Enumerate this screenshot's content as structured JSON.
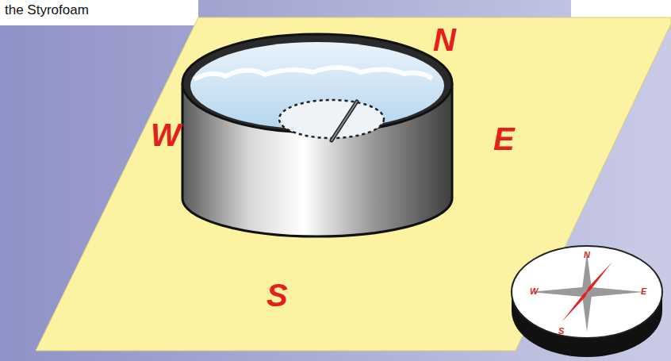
{
  "diagram": {
    "labels": [
      "the Styrofoam",
      "N",
      "W",
      "E",
      "S",
      "N",
      "W",
      "E",
      "S"
    ]
  }
}
